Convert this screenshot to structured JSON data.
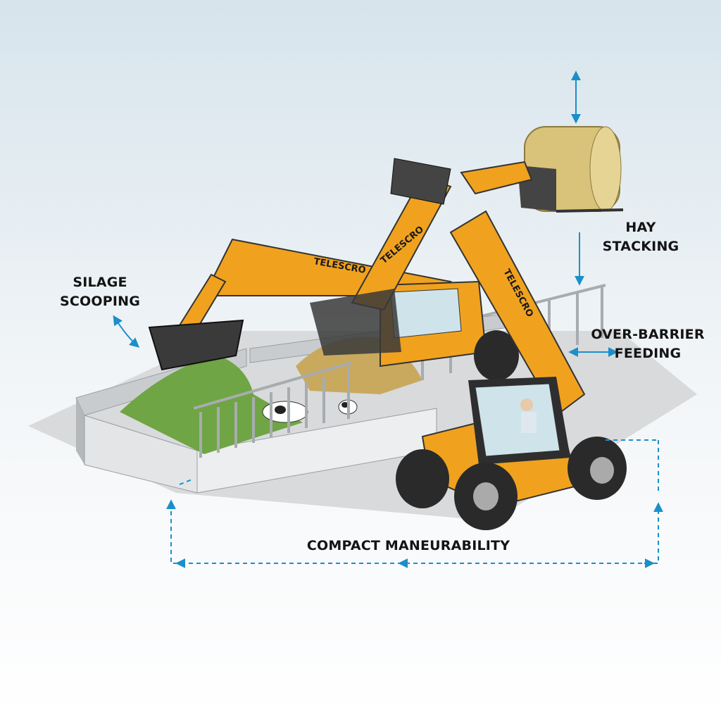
{
  "labels": {
    "silage": [
      "SILAGE",
      "SCOOPING"
    ],
    "hay": [
      "HAY",
      "STACKING"
    ],
    "barrier": [
      "OVER-BARRIER",
      "FEEDING"
    ],
    "compact": "COMPACT MANEURABILITY"
  },
  "brand": {
    "boom_text": "TELESCRO"
  },
  "colors": {
    "machine": "#f0a21e",
    "arrow": "#1a8fc9",
    "silage": "#6fa544",
    "hay": "#d9c27a",
    "background_top": "#dde8ee"
  }
}
